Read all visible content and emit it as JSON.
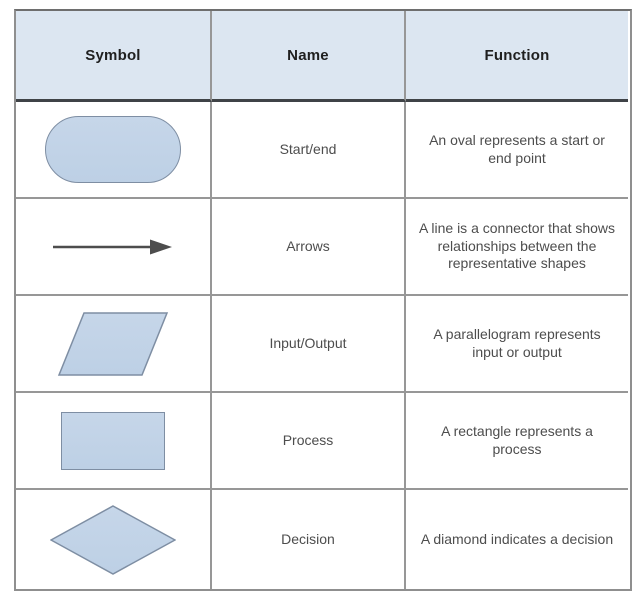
{
  "table": {
    "headers": [
      {
        "label": "Symbol"
      },
      {
        "label": "Name"
      },
      {
        "label": "Function"
      }
    ],
    "rows": [
      {
        "symbol": "oval",
        "name": "Start/end",
        "function": "An oval represents a start or end point"
      },
      {
        "symbol": "arrow",
        "name": "Arrows",
        "function": "A line is a connector that shows relationships between the representative shapes"
      },
      {
        "symbol": "parallelogram",
        "name": "Input/Output",
        "function": "A parallelogram represents input or output"
      },
      {
        "symbol": "rectangle",
        "name": "Process",
        "function": "A rectangle represents a process"
      },
      {
        "symbol": "diamond",
        "name": "Decision",
        "function": "A diamond indicates a decision"
      }
    ],
    "colors": {
      "header_bg": "#dce6f1",
      "grid_line": "#979797",
      "header_underline": "#3f4347",
      "shape_fill": "#bdd0e5",
      "shape_stroke": "#7e8ea3",
      "arrow_color": "#4d4d4d",
      "body_text": "#4d4d4d"
    }
  }
}
